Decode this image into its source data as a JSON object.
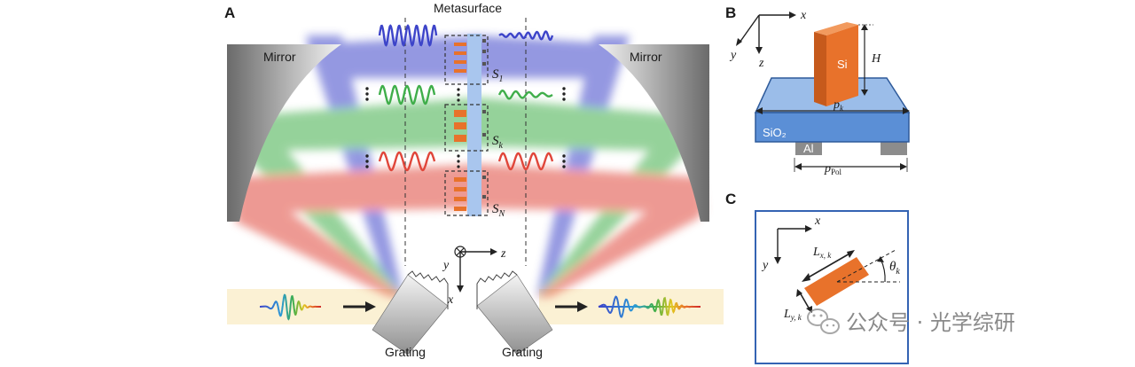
{
  "panel_a": {
    "letter": "A",
    "metasurface_label": "Metasurface",
    "mirror_left": "Mirror",
    "mirror_right": "Mirror",
    "grating_left": "Grating",
    "grating_right": "Grating",
    "segments": {
      "s1": {
        "main": "S",
        "sub": "1"
      },
      "sk": {
        "main": "S",
        "sub": "k"
      },
      "sn": {
        "main": "S",
        "sub": "N"
      }
    },
    "axes": {
      "y": "y",
      "z": "z",
      "x": "x"
    },
    "beam_colors": {
      "blue": "#3d44c9",
      "green": "#3fae4a",
      "red": "#e0463a"
    }
  },
  "panel_b": {
    "letter": "B",
    "axis_x": "x",
    "axis_y": "y",
    "axis_z": "z",
    "pillar_label": "Si",
    "height_label": "H",
    "period_main": "p",
    "period_sub": "k",
    "substrate_label": "SiO₂",
    "al_label": "Al",
    "pol_main": "p",
    "pol_sub": "Pol",
    "pillar_color": "#e8722b",
    "substrate_color": "#5b8fd6"
  },
  "panel_c": {
    "letter": "C",
    "axis_x": "x",
    "axis_y": "y",
    "lx_main": "L",
    "lx_sub": "x, k",
    "ly_main": "L",
    "ly_sub": "y, k",
    "theta_main": "θ",
    "theta_sub": "k"
  },
  "watermark": {
    "text": "公众号 · 光学综研",
    "icon": "wechat-icon"
  }
}
